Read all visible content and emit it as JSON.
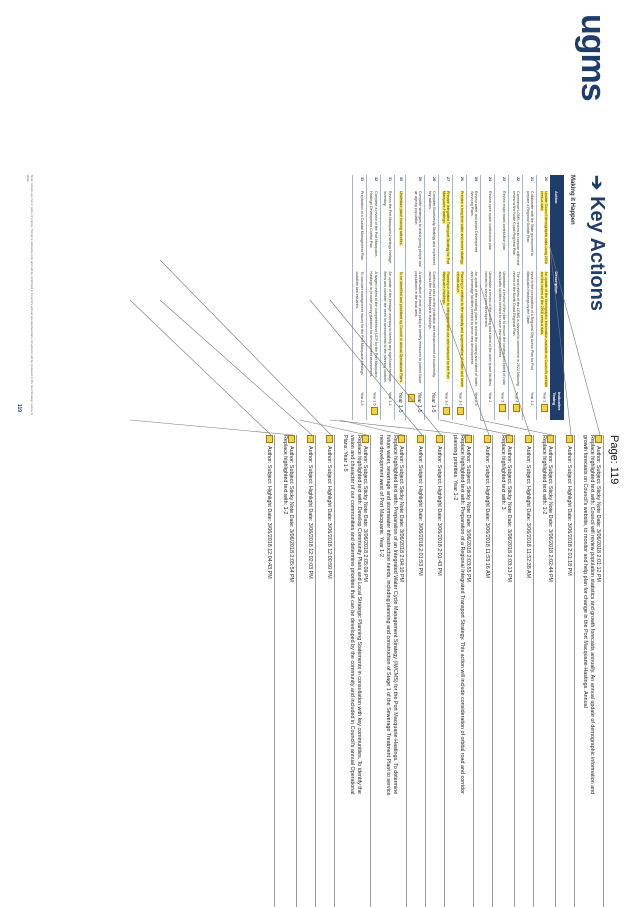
{
  "doc": {
    "brand": "ugms",
    "brand_tag": "",
    "title": "Key Actions",
    "section": "Making it Happen",
    "headers": [
      "Action",
      "Description",
      "Indicative Timing"
    ],
    "rows": [
      {
        "num": "20",
        "action": "Update Council demographic data using 2016 census data.",
        "desc": "An update of the demographic information available on Council's website and the review of the 2016 census data.",
        "timing": "Year 1"
      },
      {
        "num": "21",
        "action": "Collaborate with the State government to prepare a Regional Growth Plan.",
        "desc": "Input to the preparation of a Regional City Action Plan for Port Macquarie-Hastings by the State.",
        "timing": "Year 1-2"
      },
      {
        "num": "22",
        "action": "Commence LGMS review to coincide with next review of the North Coast Regional Plan.",
        "desc": "The next review of the LGMS is planned to commence in 2022 following review of the North Coast Regional Plan.",
        "timing": "Year 4"
      },
      {
        "num": "23",
        "action": "Review major roads contribution plan.",
        "desc": "Undertake a review of the plan to ensure the costing and extent of road and traffic facilities needed to serve new development.",
        "timing": "Year 3"
      },
      {
        "num": "24",
        "action": "Review open space contribution plan.",
        "desc": "Undertake a review of the costing and extent of the open space facilities needed to serve new development.",
        "timing": "Year 2"
      },
      {
        "num": "25",
        "action": "Review water and sewer Development Servicing Plans.",
        "desc": "An update of the existing plans to review the costing and extent of water and sewerage facilities needed to serve new development.",
        "timing": "Year 2-3"
      },
      {
        "num": "26",
        "action": "Prepare a long term water and sewer strategy.",
        "desc": "Planning in relation to the capacity and augmentation of water and sewer infrastructure.",
        "timing": "Year 1-2"
      },
      {
        "num": "27",
        "action": "Prepare Integrated Transport Strategy for Port Macquarie-Hastings.",
        "desc": "Planning in relation to integrated land use and transport for the Port Macquarie-Hastings.",
        "timing": "Year 1-2"
      },
      {
        "num": "28",
        "action": "Complete Biodiversity Strategy and implement key actions.",
        "desc": "Continued work on the protection and enhancement of biodiversity across the Port Macquarie-Hastings.",
        "timing": "Year 1-5"
      },
      {
        "num": "29",
        "action": "Complete strategies to assist young people and an ageing population.",
        "desc": "A continuation of work and policy to identify measures to protect future populations in the local area.",
        "timing": "Year 1-5"
      },
      {
        "num": "30",
        "action": "Undertake place making activities.",
        "desc": "To be identified and prioritised by Council in annual Operational Plans.",
        "timing": "Year 1-5"
      },
      {
        "num": "31",
        "action": "Review the Port Macquarie-Hastings heritage inventory.",
        "desc": "An update of the heritage inventory to identify any significant heritage items and consider the need for amendments to the planning controls.",
        "timing": "Year 1-2"
      },
      {
        "num": "32",
        "action": "Complete a review of the Port Macquarie-Hastings Development Control Plan.",
        "desc": "A staged review of the comprehensive DCP for the Port Macquarie-Hastings, to provide policy guidance for development assessment.",
        "timing": "Year 1-5"
      },
      {
        "num": "33",
        "action": "Preparation of a Coastal Management Plan.",
        "desc": "To consider management issues for the Port Macquarie-Hastings coastline and estuaries.",
        "timing": "Year 2-3"
      }
    ],
    "footnote": "Note: Actions are not in order of priority. Timing is indicative only and will be confirmed in Council's annual operational plans. All actions will be reviewed in the next Strategy review in 2022.",
    "footer_strip": "DRAFT URBAN GROWTH MANAGEMENT STRATEGY 2017-2036 · VOLUME 1",
    "page_number": "119"
  },
  "comments": {
    "page_label": "Page: 119",
    "items": [
      {
        "lines": [
          "Author:        Subject: Sticky Note    Date: 3/06/2018 2:01:12 PM",
          "Replace highlighted text with: Council will review population statistics and growth forecasts annually. An annual update of demographic information and",
          "growth forecasts on Council's website, to monitor and help plan for change in the Port Macquarie-Hastings. Annual"
        ]
      },
      {
        "lines": [
          "Author:        Subject: Highlight    Date: 3/06/2018 2:01:18 PM"
        ]
      },
      {
        "lines": [
          "Author:        Subject: Sticky Note    Date: 3/06/2018 2:02:44 PM",
          "Replace highlighted text with: 1-2"
        ]
      },
      {
        "lines": [
          "Author:        Subject: Highlight    Date: 3/06/2018 11:52:38 AM"
        ]
      },
      {
        "lines": [
          "Author:        Subject: Sticky Note    Date: 3/06/2018 2:03:13 PM",
          "Replace highlighted text with: 3"
        ]
      },
      {
        "lines": [
          "Author:        Subject: Highlight    Date: 3/06/2018 11:53:16 AM"
        ]
      },
      {
        "lines": [
          "Author:        Subject: Sticky Note    Date: 3/06/2018 2:03:55 PM",
          "Replace highlighted text with: Preparation of a Regional Integrated Transport Strategy. This action will include consideration of orbital road and corridor",
          "planning priorities. Year 1-2"
        ]
      },
      {
        "lines": [
          "Author:        Subject: Highlight    Date: 3/06/2018 2:01:43 PM"
        ]
      },
      {
        "lines": [
          "Author:        Subject: Highlight    Date: 3/06/2018 2:01:53 PM"
        ]
      },
      {
        "lines": [
          "Author:        Subject: Sticky Note    Date: 3/06/2018 2:04:10 PM",
          "Replace highlighted text with: Preparation of an Integrated Water Cycle Management Strategy (IWCMS) for the Port Macquarie-Hastings. To determine",
          "future water, sewerage and stormwater infrastructure needs, including planning and construction of Stage 1 of the Sewerage Treatment Plant to service",
          "new development west of Port Macquarie. Year 1-2"
        ]
      },
      {
        "lines": [
          "Author:        Subject: Sticky Note    Date: 3/06/2018 2:05:09 PM",
          "Replace highlighted text with: Develop Community Plans and Local Strategic Planning Statements in consultation with key communities. To identify the",
          "vision and character of our communities and determine priorities that can be developed by the community and included in Council's annual Operational",
          "Plans. Year 1-5"
        ]
      },
      {
        "lines": [
          "Author:        Subject: Highlight    Date: 3/06/2018 12:00:50 PM"
        ]
      },
      {
        "lines": [
          "Author:        Subject: Highlight    Date: 3/06/2018 12:02:03 PM"
        ]
      },
      {
        "lines": [
          "Author:        Subject: Sticky Note    Date: 3/06/2018 2:05:54 PM",
          "Replace highlighted text with: 1-2"
        ]
      },
      {
        "lines": [
          "Author:        Subject: Highlight    Date: 3/06/2018 12:04:43 PM"
        ]
      }
    ]
  }
}
